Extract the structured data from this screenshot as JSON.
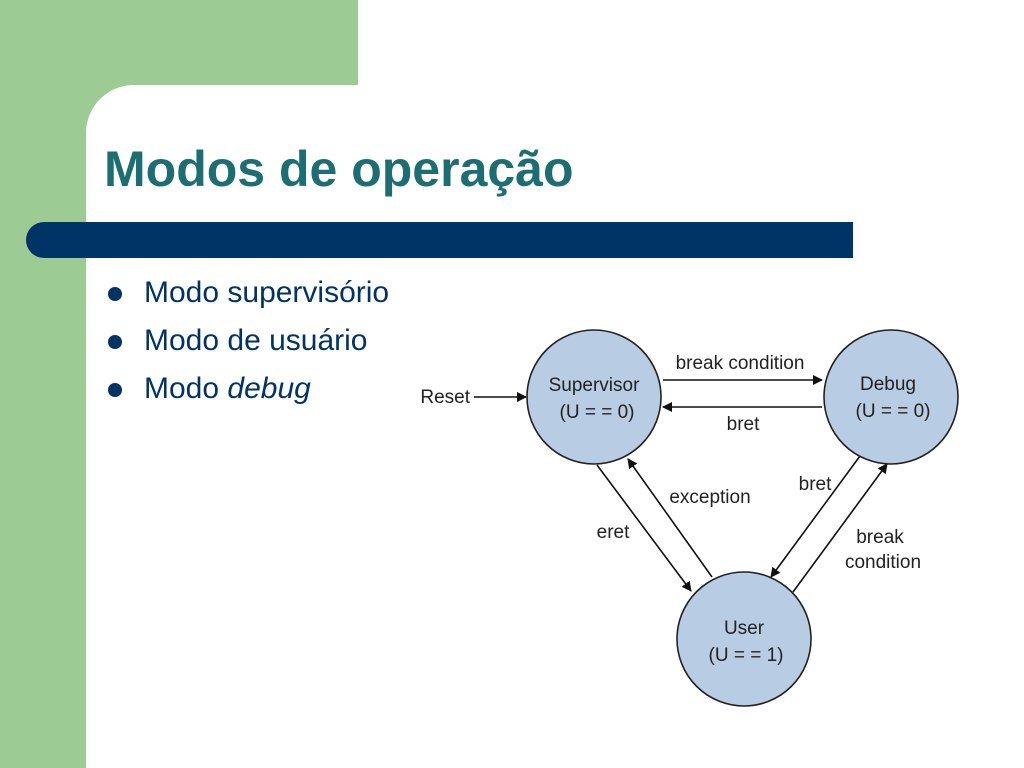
{
  "slide": {
    "title": "Modos de operação",
    "bullets": [
      {
        "text": "Modo supervisório"
      },
      {
        "text": "Modo de usuário"
      },
      {
        "text_plain": "Modo ",
        "text_italic": "debug"
      }
    ]
  },
  "diagram": {
    "states": [
      {
        "id": "supervisor",
        "name": "Supervisor",
        "condition": "(U = = 0)"
      },
      {
        "id": "debug",
        "name": "Debug",
        "condition": "(U = = 0)"
      },
      {
        "id": "user",
        "name": "User",
        "condition": "(U = = 1)"
      }
    ],
    "transitions": [
      {
        "from": "reset",
        "to": "supervisor",
        "label": "Reset"
      },
      {
        "from": "supervisor",
        "to": "debug",
        "label": "break condition"
      },
      {
        "from": "debug",
        "to": "supervisor",
        "label": "bret"
      },
      {
        "from": "user",
        "to": "supervisor",
        "label": "exception"
      },
      {
        "from": "supervisor",
        "to": "user",
        "label": "eret"
      },
      {
        "from": "debug",
        "to": "user",
        "label": "bret"
      },
      {
        "from": "user",
        "to": "debug",
        "label_lines": [
          "break",
          "condition"
        ]
      }
    ]
  },
  "colors": {
    "background_accent": "#9ccc94",
    "title": "#1d6e73",
    "title_bar": "#003366",
    "body_text": "#003366",
    "state_fill": "#b8cce4",
    "state_stroke": "#222222"
  }
}
